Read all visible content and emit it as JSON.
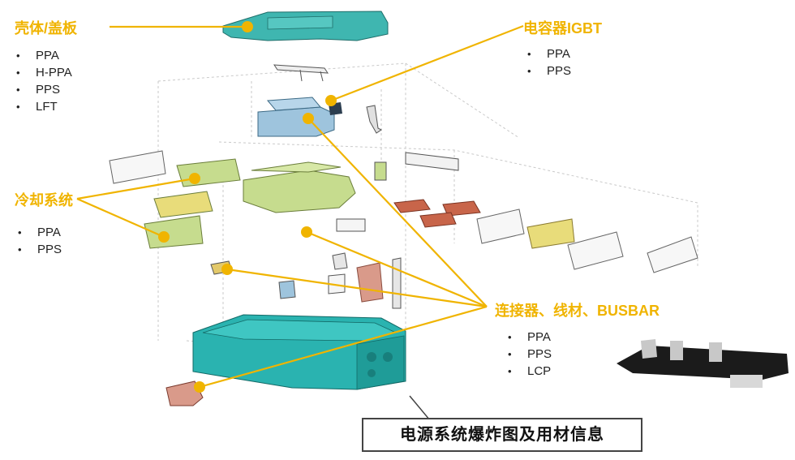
{
  "groups": {
    "housing": {
      "label": "壳体/盖板",
      "materials": [
        "PPA",
        "H-PPA",
        "PPS",
        "LFT"
      ]
    },
    "capacitor": {
      "label": "电容器IGBT",
      "materials": [
        "PPA",
        "PPS"
      ]
    },
    "cooling": {
      "label": "冷却系统",
      "materials": [
        "PPA",
        "PPS"
      ]
    },
    "connector": {
      "label": "连接器、线材、BUSBAR",
      "materials": [
        "PPA",
        "PPS",
        "LCP"
      ]
    }
  },
  "caption": "电源系统爆炸图及用材信息",
  "colors": {
    "accent": "#F0B400",
    "housing_teal": "#2AB3B0",
    "cover_teal": "#3FB6B0",
    "cooling_green": "#C6DC8E",
    "capacitor_orange": "#C8654A",
    "igbt_blue": "#9EC4DD",
    "leader_line": "#F0B400"
  }
}
